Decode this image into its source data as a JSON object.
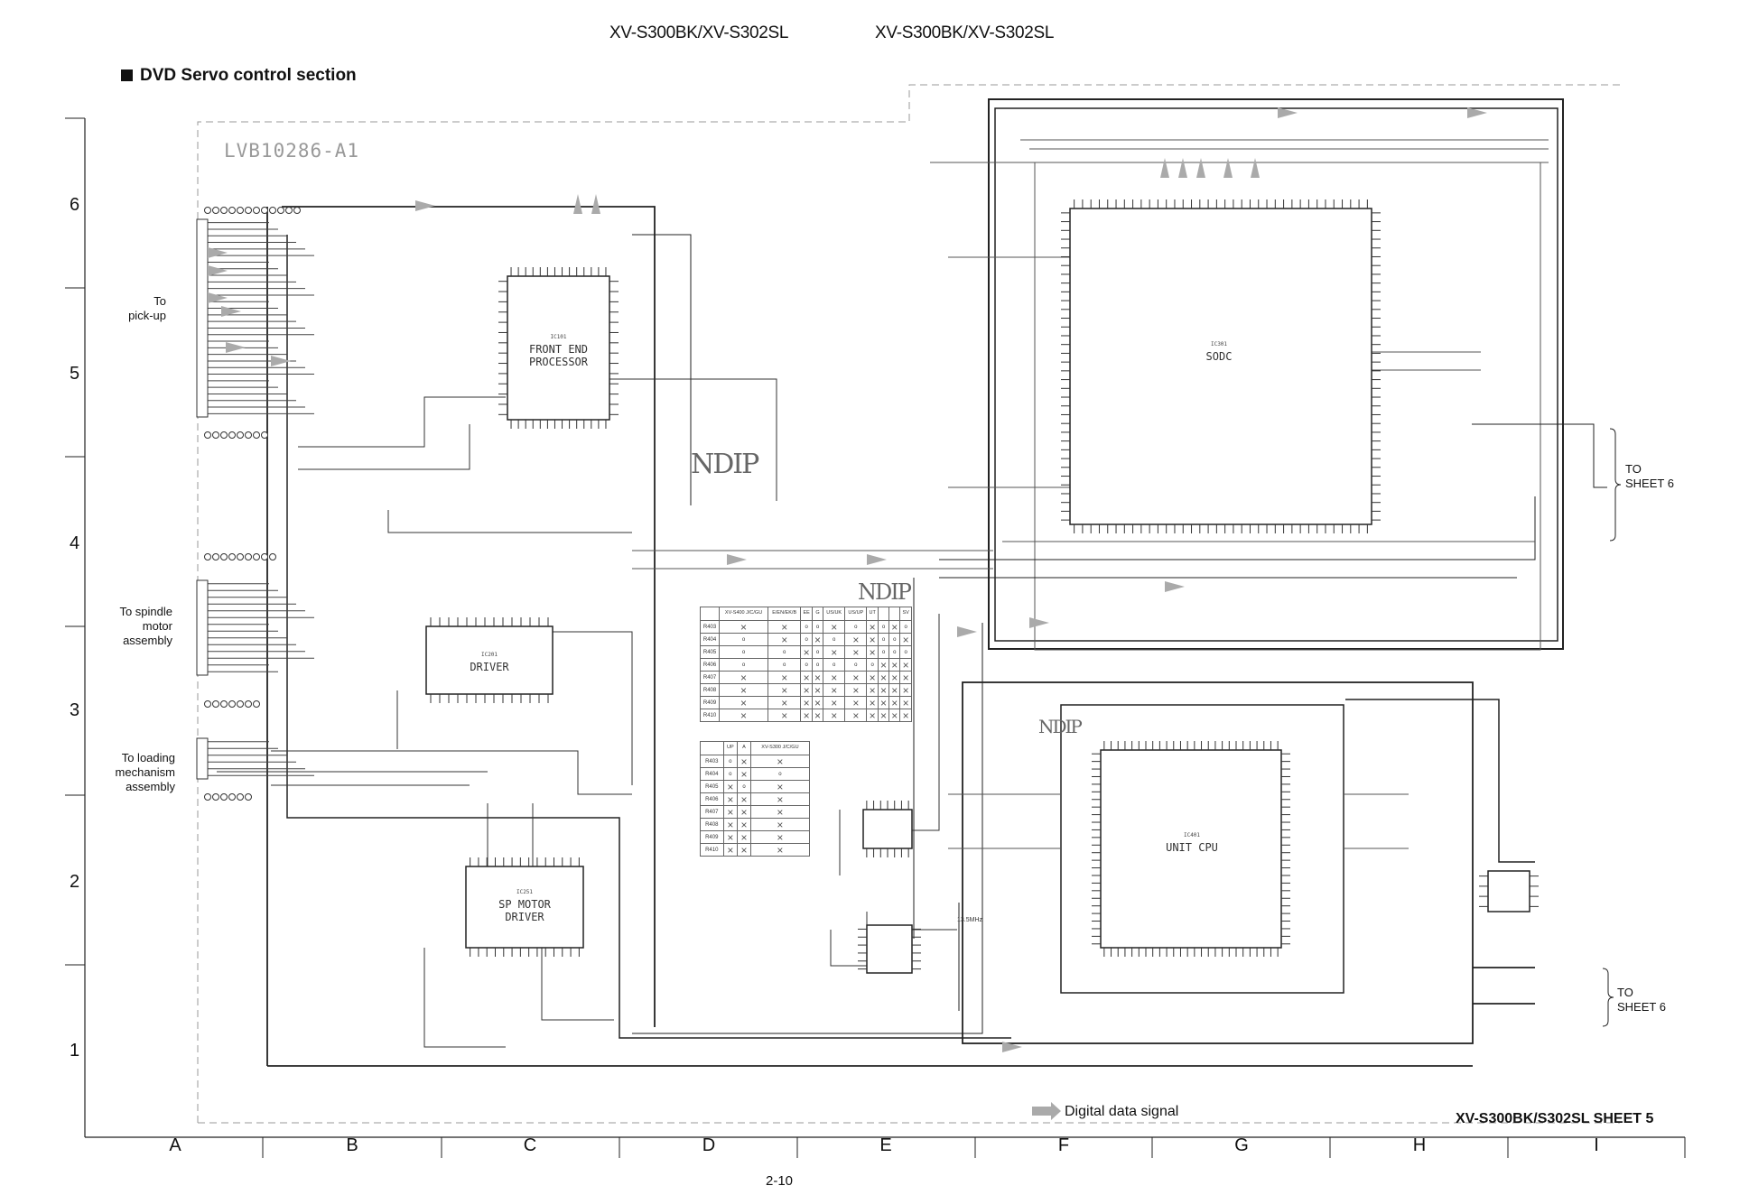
{
  "header": {
    "title_left": "XV-S300BK/XV-S302SL",
    "title_right": "XV-S300BK/XV-S302SL"
  },
  "section_title": "DVD Servo control section",
  "board_id": "LVB10286-A1",
  "row_labels": [
    "6",
    "5",
    "4",
    "3",
    "2",
    "1"
  ],
  "column_labels": [
    "A",
    "B",
    "C",
    "D",
    "E",
    "F",
    "G",
    "H",
    "I"
  ],
  "side_labels": {
    "pickup": [
      "To",
      "pick-up"
    ],
    "spindle": [
      "To spindle",
      "motor",
      "assembly"
    ],
    "loading": [
      "To loading",
      "mechanism",
      "assembly"
    ],
    "sheet6_top": [
      "TO",
      "SHEET 6"
    ],
    "sheet6_bottom": [
      "TO",
      "SHEET 6"
    ]
  },
  "ics": {
    "fep": {
      "ref": "IC101",
      "name": [
        "FRONT END",
        "PROCESSOR"
      ]
    },
    "sodc": {
      "ref": "IC301",
      "name": [
        "SODC"
      ]
    },
    "driver": {
      "ref": "IC201",
      "name": [
        "DRIVER"
      ]
    },
    "spmotor": {
      "ref": "IC251",
      "name": [
        "SP MOTOR",
        "DRIVER"
      ]
    },
    "cpu": {
      "ref": "IC401",
      "name": [
        "UNIT CPU"
      ]
    }
  },
  "misc_labels": {
    "clock": "13.5MHz",
    "watermark": "NDIP"
  },
  "table1": {
    "headers": [
      "",
      "XV-S400 J/C/GU",
      "E/EN/EK/B",
      "EE",
      "G",
      "US/UK",
      "US/UP",
      "UT",
      "",
      "",
      "SV"
    ],
    "rows": [
      [
        "R403",
        "x",
        "x",
        "o",
        "o",
        "x",
        "o",
        "x",
        "o",
        "x",
        "o"
      ],
      [
        "R404",
        "o",
        "x",
        "o",
        "x",
        "o",
        "x",
        "x",
        "o",
        "o",
        "x"
      ],
      [
        "R405",
        "o",
        "o",
        "x",
        "o",
        "x",
        "x",
        "x",
        "o",
        "o",
        "o"
      ],
      [
        "R406",
        "o",
        "o",
        "o",
        "o",
        "o",
        "o",
        "o",
        "x",
        "x",
        "x"
      ],
      [
        "R407",
        "x",
        "x",
        "x",
        "x",
        "x",
        "x",
        "x",
        "x",
        "x",
        "x"
      ],
      [
        "R408",
        "x",
        "x",
        "x",
        "x",
        "x",
        "x",
        "x",
        "x",
        "x",
        "x"
      ],
      [
        "R409",
        "x",
        "x",
        "x",
        "x",
        "x",
        "x",
        "x",
        "x",
        "x",
        "x"
      ],
      [
        "R410",
        "x",
        "x",
        "x",
        "x",
        "x",
        "x",
        "x",
        "x",
        "x",
        "x"
      ]
    ]
  },
  "table2": {
    "headers": [
      "",
      "UP",
      "A",
      "XV-S300 J/C/GU"
    ],
    "rows": [
      [
        "R403",
        "o",
        "x",
        "x"
      ],
      [
        "R404",
        "o",
        "x",
        "o"
      ],
      [
        "R405",
        "x",
        "o",
        "x"
      ],
      [
        "R406",
        "x",
        "x",
        "x"
      ],
      [
        "R407",
        "x",
        "x",
        "x"
      ],
      [
        "R408",
        "x",
        "x",
        "x"
      ],
      [
        "R409",
        "x",
        "x",
        "x"
      ],
      [
        "R410",
        "x",
        "x",
        "x"
      ]
    ]
  },
  "legend": {
    "label": "Digital data signal",
    "color": "#aaaaaa"
  },
  "sheet_label": "XV-S300BK/S302SL   SHEET 5",
  "page_number": "2-10"
}
